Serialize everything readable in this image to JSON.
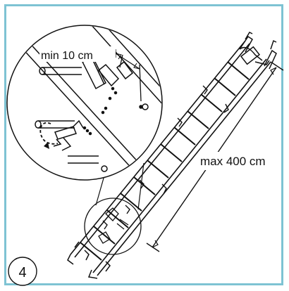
{
  "figure": {
    "accent_color": "#7ec3d3",
    "line_color": "#111111",
    "step_number": "4",
    "min_label": "min 10 cm",
    "max_label": "max 400 cm"
  }
}
